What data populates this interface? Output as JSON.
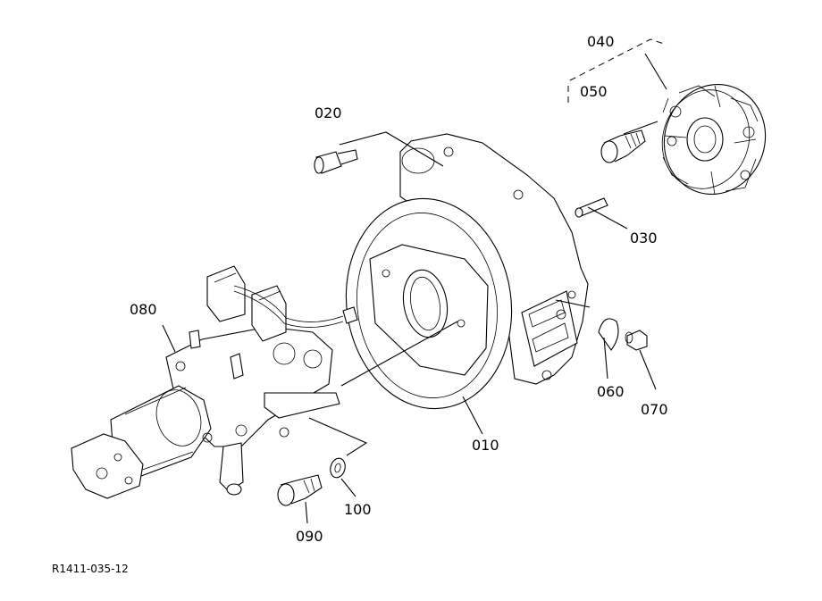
{
  "diagram": {
    "reference_code": "R1411-035-12",
    "part_labels": {
      "p010": "010",
      "p020": "020",
      "p030": "030",
      "p040": "040",
      "p050": "050",
      "p060": "060",
      "p070": "070",
      "p080": "080",
      "p090": "090",
      "p100": "100"
    }
  }
}
